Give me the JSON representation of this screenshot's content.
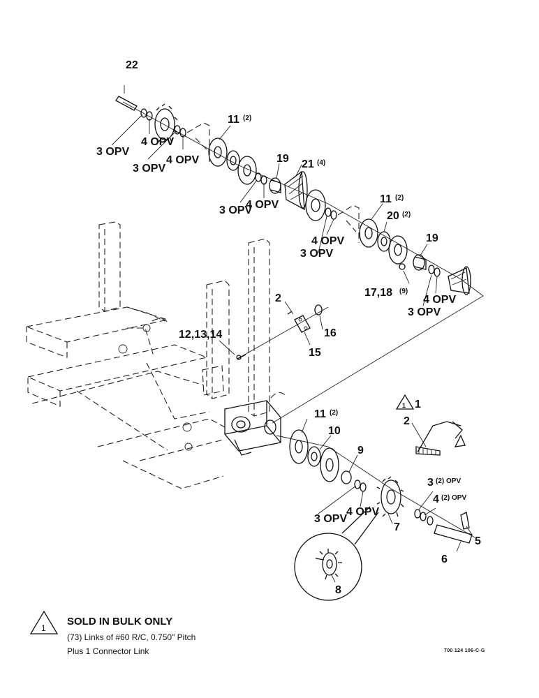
{
  "labels": {
    "l22": "22",
    "l3a": "3 OPV",
    "l4a": "4 OPV",
    "l3b": "3 OPV",
    "l4b": "4 OPV",
    "l11a_num": "11",
    "l11a_qty": "(2)",
    "l19a": "19",
    "l21_num": "21",
    "l21_qty": "(4)",
    "l3c": "3 OPV",
    "l4c": "4 OPV",
    "l11b_num": "11",
    "l11b_qty": "(2)",
    "l20_num": "20",
    "l20_qty": "(2)",
    "l4d": "4 OPV",
    "l3d": "3 OPV",
    "l19b": "19",
    "l1718_num": "17,18",
    "l1718_qty": "(9)",
    "l4e": "4 OPV",
    "l3e": "3 OPV",
    "l2a": "2",
    "l16": "16",
    "l121314": "12,13,14",
    "l15": "15",
    "l1": "1",
    "l2b": "2",
    "l11c_num": "11",
    "l11c_qty": "(2)",
    "l10": "10",
    "l9": "9",
    "l3f_num": "3",
    "l3f_qty": "(2) OPV",
    "l4f_num": "4",
    "l4f_qty": "(2) OPV",
    "l3g": "3 OPV",
    "l4g": "4 OPV",
    "l7": "7",
    "l5": "5",
    "l6": "6",
    "l8": "8"
  },
  "note": {
    "symbol": "1",
    "title": "SOLD IN BULK ONLY",
    "line1": "(73) Links of #60 R/C, 0.750\" Pitch",
    "line2": "Plus 1 Connector Link"
  },
  "drawing_number": "700 124 106-C-G"
}
